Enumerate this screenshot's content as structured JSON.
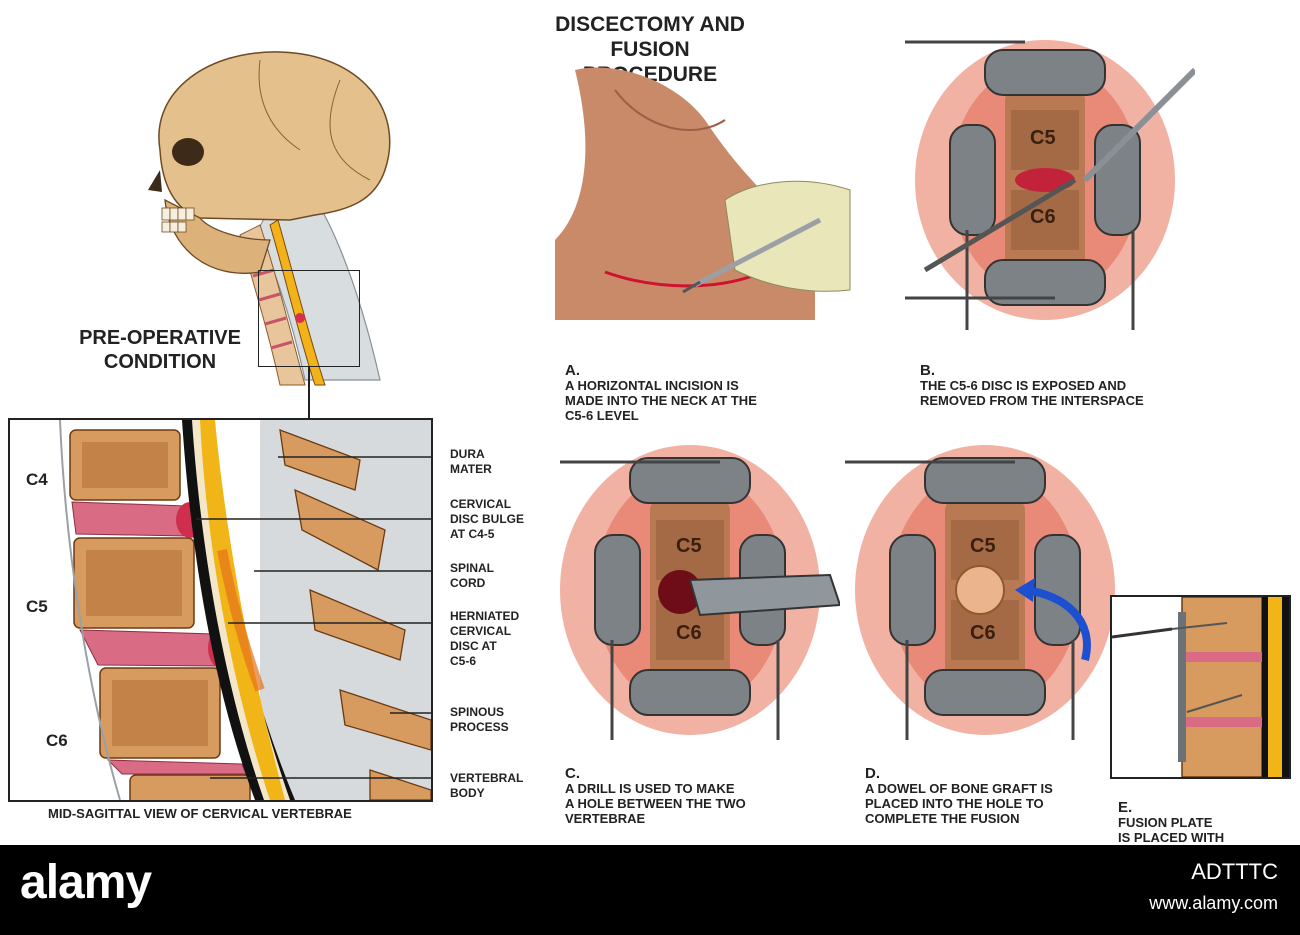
{
  "title": {
    "line1": "DISCECTOMY AND FUSION",
    "line2": "PROCEDURE"
  },
  "preop": {
    "line1": "PRE-OPERATIVE",
    "line2": "CONDITION"
  },
  "sagittal_caption": "MID-SAGITTAL VIEW OF CERVICAL VERTEBRAE",
  "vertebra_levels": {
    "c4": "C4",
    "c5": "C5",
    "c6": "C6"
  },
  "anatomy_labels": {
    "dura": "DURA\nMATER",
    "bulge": "CERVICAL\nDISC BULGE\nAT C4-5",
    "cord": "SPINAL\nCORD",
    "herniated": "HERNIATED\nCERVICAL\nDISC AT\nC5-6",
    "spinous": "SPINOUS\nPROCESS",
    "body": "VERTEBRAL\nBODY"
  },
  "panels": {
    "a": {
      "letter": "A.",
      "text": "A HORIZONTAL  INCISION IS\nMADE INTO THE NECK AT THE\nC5-6 LEVEL"
    },
    "b": {
      "letter": "B.",
      "text": "THE C5-6 DISC IS EXPOSED AND\nREMOVED FROM THE INTERSPACE"
    },
    "c": {
      "letter": "C.",
      "text": "A DRILL IS USED TO MAKE\nA HOLE BETWEEN THE TWO\nVERTEBRAE"
    },
    "d": {
      "letter": "D.",
      "text": "A DOWEL OF BONE GRAFT IS\nPLACED INTO THE HOLE TO\nCOMPLETE THE FUSION"
    },
    "e": {
      "letter": "E.",
      "text": "FUSION PLATE\nIS PLACED WITH\nMULTIPLE SCREWS"
    }
  },
  "surgical_labels": {
    "upper": "C5",
    "lower": "C6"
  },
  "watermark": "alamy",
  "stock_id": "ADTTTC",
  "stock_url": "www.alamy.com"
}
